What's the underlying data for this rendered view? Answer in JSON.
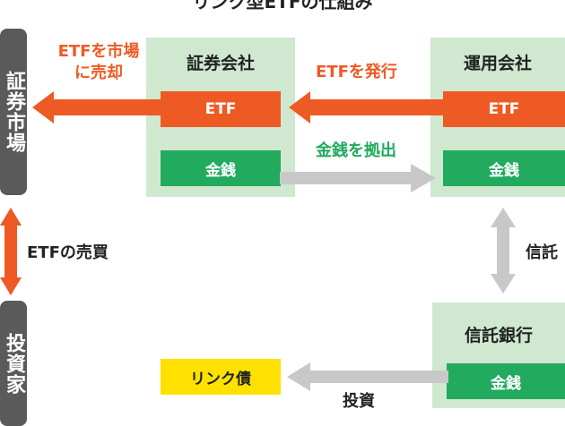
{
  "title": "リンク型ETFの仕組み",
  "left_column": {
    "market": "証券市場",
    "investor": "投資家"
  },
  "securities_company": {
    "name": "証券会社",
    "etf": "ETF",
    "money": "金銭"
  },
  "asset_manager": {
    "name": "運用会社",
    "etf": "ETF",
    "money": "金銭"
  },
  "trust_bank": {
    "name": "信託銀行",
    "money": "金銭"
  },
  "link_bond": "リンク債",
  "labels": {
    "sell_to_market": "ETFを市場に売却",
    "issue_etf": "ETFを発行",
    "contribute_money": "金銭を拠出",
    "etf_trading": "ETFの売買",
    "trust": "信託",
    "invest": "投資"
  },
  "colors": {
    "orange": "#ee5a24",
    "green": "#22aa5e",
    "panel": "#cfe8cf",
    "gray_arrow": "#c8c8c8",
    "yellow": "#ffe100",
    "side": "#5a5a5a"
  }
}
